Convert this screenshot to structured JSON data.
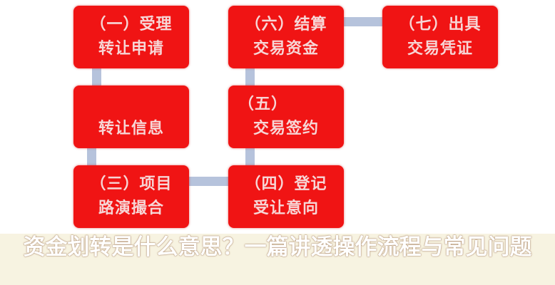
{
  "flowchart": {
    "steps": [
      {
        "line1": "（一）受理",
        "line2": "转让申请"
      },
      {
        "line1": "",
        "line2": "转让信息"
      },
      {
        "line1": "（三）项目",
        "line2": "路演撮合"
      },
      {
        "line1": "（四）登记",
        "line2": "受让意向"
      },
      {
        "line1": "（五）",
        "line2": "交易签约"
      },
      {
        "line1": "（六）结算",
        "line2": "交易资金"
      },
      {
        "line1": "（七）出具",
        "line2": "交易凭证"
      }
    ],
    "colors": {
      "box": "#f01414",
      "connector": "#b6c3dc"
    }
  },
  "overlay": {
    "title": "资金划转是什么意思？一篇讲透操作流程与常见问题",
    "band_color": "#f7f3e1"
  }
}
